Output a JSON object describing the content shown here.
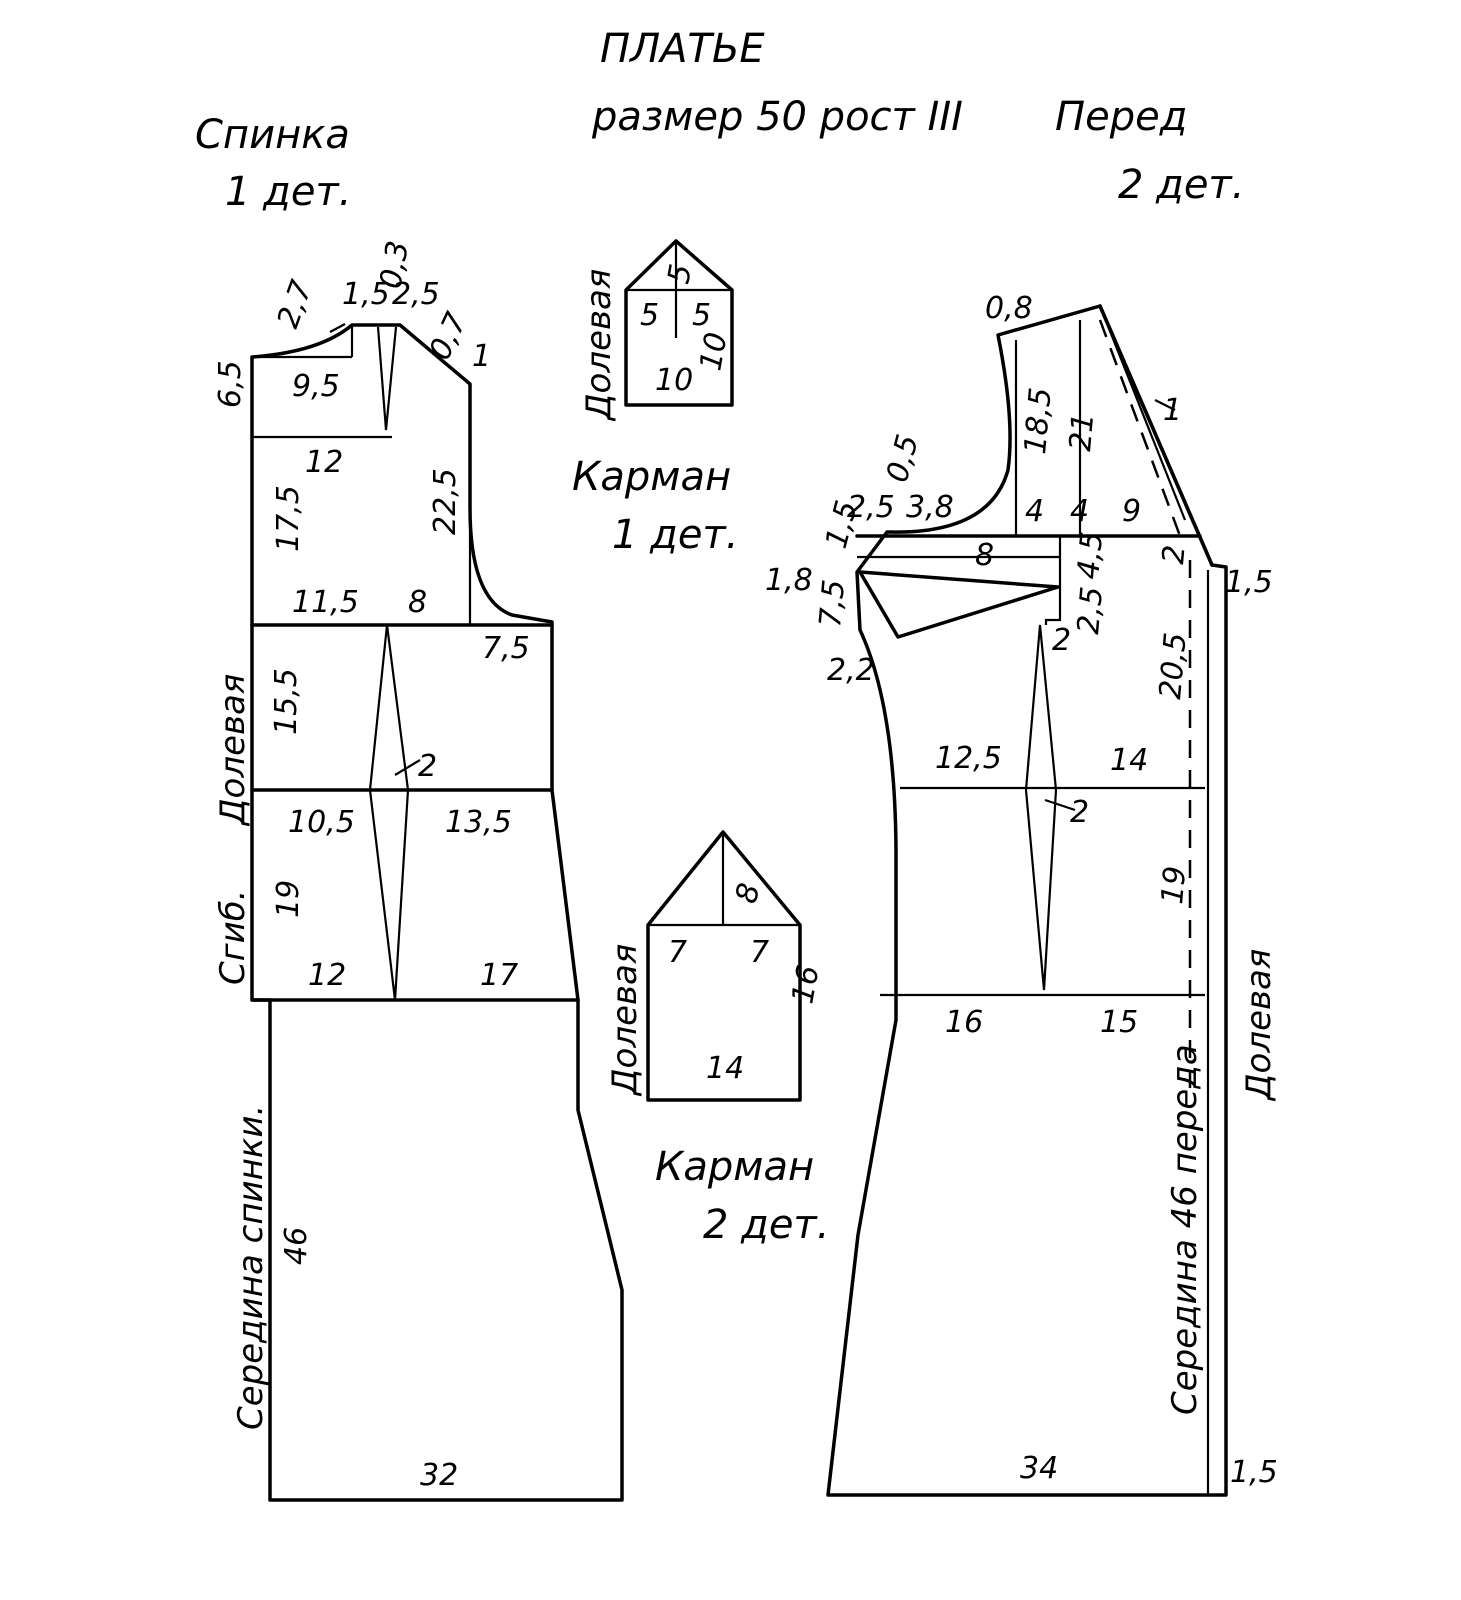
{
  "title": "ПЛАТЬЕ",
  "subtitle": "размер 50 рост III",
  "back": {
    "name": "Спинка",
    "count": "1 дет.",
    "side_label": "Долевая",
    "fold_label": "Сгиб.",
    "center_label": "Середина спинки.",
    "measurements": [
      "2,7",
      "1,5",
      "2,5",
      "0,3",
      "0,7",
      "1",
      "6,5",
      "9,5",
      "12",
      "17,5",
      "22,5",
      "11,5",
      "8",
      "7,5",
      "15,5",
      "2",
      "10,5",
      "13,5",
      "19",
      "12",
      "17",
      "46",
      "32"
    ]
  },
  "front": {
    "name": "Перед",
    "count": "2 дет.",
    "side_label": "Долевая",
    "center_label": "Середина 46 переда",
    "measurements": [
      "0,8",
      "18,5",
      "21",
      "1",
      "0,5",
      "2,5",
      "3,8",
      "4",
      "4",
      "9",
      "1,5",
      "8",
      "1,8",
      "7,5",
      "4,5",
      "2",
      "1,5",
      "2,5",
      "2",
      "2,2",
      "20,5",
      "12,5",
      "14",
      "2",
      "19",
      "16",
      "15",
      "34",
      "1,5"
    ]
  },
  "pocket_small": {
    "name": "Карман",
    "count": "1 дет.",
    "grain_label": "Долевая",
    "measurements": [
      "5",
      "5",
      "5",
      "10",
      "10"
    ]
  },
  "pocket_large": {
    "name": "Карман",
    "count": "2 дет.",
    "grain_label": "Долевая",
    "measurements": [
      "8",
      "7",
      "7",
      "16",
      "14"
    ]
  }
}
